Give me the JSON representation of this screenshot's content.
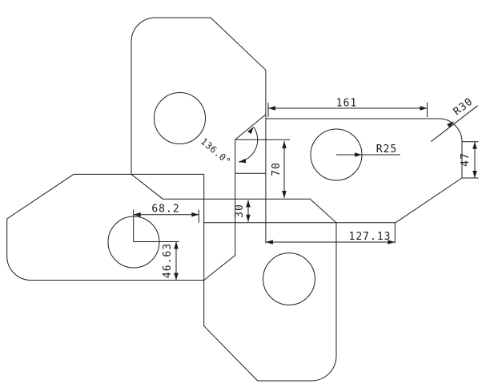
{
  "drawing": {
    "background_color": "#ffffff",
    "line_color": "#1c1c1c",
    "dimensions": {
      "top_width": "161",
      "corner_radius": "R30",
      "hole_radius": "R25",
      "right_height": "47",
      "upper_gap": "70",
      "center_gap": "30",
      "bottom_width": "127.13",
      "left_hole_offset_x": "68.2",
      "left_hole_offset_y": "46.63",
      "corner_angle": "136.0°"
    }
  }
}
